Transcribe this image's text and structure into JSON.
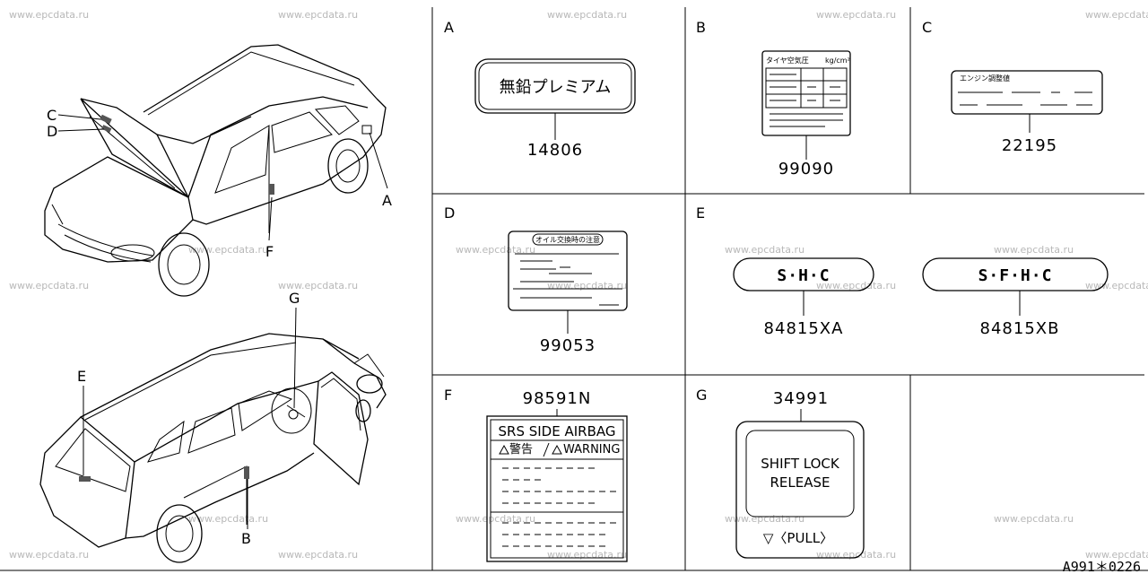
{
  "watermark": "www.epcdata.ru",
  "reference": "A991＊0226",
  "callouts": {
    "a": "A",
    "b": "B",
    "c": "C",
    "d": "D",
    "e": "E",
    "f": "F",
    "g": "G"
  },
  "cells": {
    "a": {
      "letter": "A",
      "part_number": "14806",
      "label_text": "無鉛プレミアム"
    },
    "b": {
      "letter": "B",
      "part_number": "99090",
      "label_title": "タイヤ空気圧",
      "label_unit": "kg/cm²"
    },
    "c": {
      "letter": "C",
      "part_number": "22195",
      "label_title": "エンジン調整値"
    },
    "d": {
      "letter": "D",
      "part_number": "99053",
      "label_title": "オイル交換時の注意"
    },
    "e": {
      "letter": "E",
      "part_number_1": "84815XA",
      "part_number_2": "84815XB",
      "badge_1": "S·H·C",
      "badge_2": "S·F·H·C"
    },
    "f": {
      "letter": "F",
      "part_number": "98591N",
      "label_title": "SRS SIDE AIRBAG",
      "warning_jp": "警告",
      "warning_en": "WARNING"
    },
    "g": {
      "letter": "G",
      "part_number": "34991",
      "line1": "SHIFT LOCK",
      "line2": "RELEASE",
      "pull": "▽〈PULL〉"
    }
  }
}
